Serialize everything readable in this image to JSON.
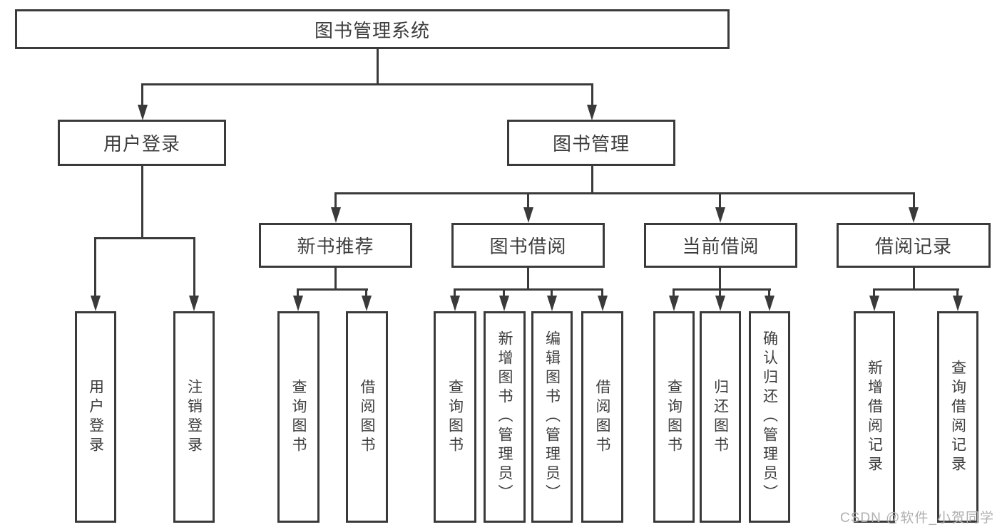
{
  "diagram": {
    "root": {
      "label": "图书管理系统"
    },
    "level2": [
      {
        "label": "用户登录"
      },
      {
        "label": "图书管理"
      }
    ],
    "level3": [
      {
        "label": "新书推荐"
      },
      {
        "label": "图书借阅"
      },
      {
        "label": "当前借阅"
      },
      {
        "label": "借阅记录"
      }
    ],
    "leaves": [
      {
        "group": "用户登录",
        "label": "用户登录"
      },
      {
        "group": "用户登录",
        "label": "注销登录"
      },
      {
        "group": "新书推荐",
        "label": "查询图书"
      },
      {
        "group": "新书推荐",
        "label": "借阅图书"
      },
      {
        "group": "图书借阅",
        "label": "查询图书"
      },
      {
        "group": "图书借阅",
        "label": "新增图书（管理员）"
      },
      {
        "group": "图书借阅",
        "label": "编辑图书（管理员）"
      },
      {
        "group": "图书借阅",
        "label": "借阅图书"
      },
      {
        "group": "当前借阅",
        "label": "查询图书"
      },
      {
        "group": "当前借阅",
        "label": "归还图书"
      },
      {
        "group": "当前借阅",
        "label": "确认归还（管理员）"
      },
      {
        "group": "借阅记录",
        "label": "新增借阅记录"
      },
      {
        "group": "借阅记录",
        "label": "查询借阅记录"
      }
    ],
    "watermark": "CSDN @软件_小贺同学",
    "colors": {
      "line": "#3a3a3a",
      "text": "#3d3d3d",
      "watermark": "#b0b0b0",
      "background": "#ffffff"
    }
  }
}
